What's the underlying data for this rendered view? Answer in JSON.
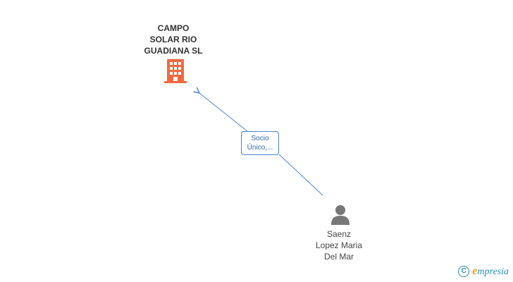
{
  "company": {
    "label": "CAMPO\nSOLAR RIO\nGUADIANA SL",
    "icon": "building-icon",
    "color": "#f2693e"
  },
  "person": {
    "label": "Saenz\nLopez Maria\nDel Mar",
    "icon": "person-icon",
    "color": "#777777"
  },
  "relation": {
    "label": "Socio\nÚnico,...",
    "color": "#4a84d2"
  },
  "watermark": {
    "symbol": "C",
    "brand_initial": "e",
    "brand_rest": "mpresia",
    "colors": {
      "symbol": "#2e8fb6",
      "initial": "#f39c12"
    }
  }
}
